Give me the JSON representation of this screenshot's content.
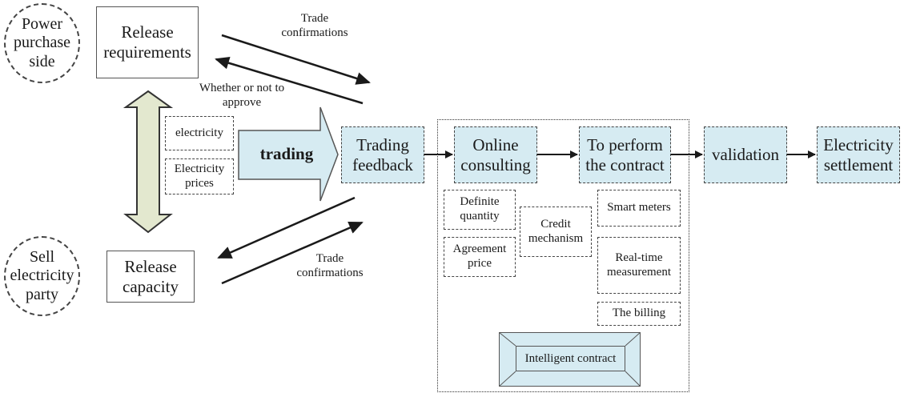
{
  "parties": {
    "buyer": "Power purchase side",
    "seller": "Sell electricity party"
  },
  "release_requirements": "Release requirements",
  "release_capacity": "Release capacity",
  "top_trade_confirmations": "Trade confirmations",
  "bottom_trade_confirmations": "Trade confirmations",
  "approval_label": "Whether or not to approve",
  "electricity": "electricity",
  "electricity_prices": "Electricity prices",
  "trading": "trading",
  "flow": {
    "trading_feedback": "Trading feedback",
    "online_consulting": "Online consulting",
    "perform_contract": "To perform the contract",
    "validation": "validation",
    "settlement": "Electricity settlement"
  },
  "consulting_items": {
    "definite_quantity": "Definite quantity",
    "agreement_price": "Agreement price",
    "credit_mechanism": "Credit mechanism"
  },
  "perform_items": {
    "smart_meters": "Smart meters",
    "realtime_measurement": "Real-time measurement",
    "billing": "The billing"
  },
  "intelligent_contract": "Intelligent contract",
  "colors": {
    "flow_box_fill": "#d6ebf2",
    "double_arrow_fill": "#e3e8cf",
    "stroke": "#1a1a1a"
  }
}
